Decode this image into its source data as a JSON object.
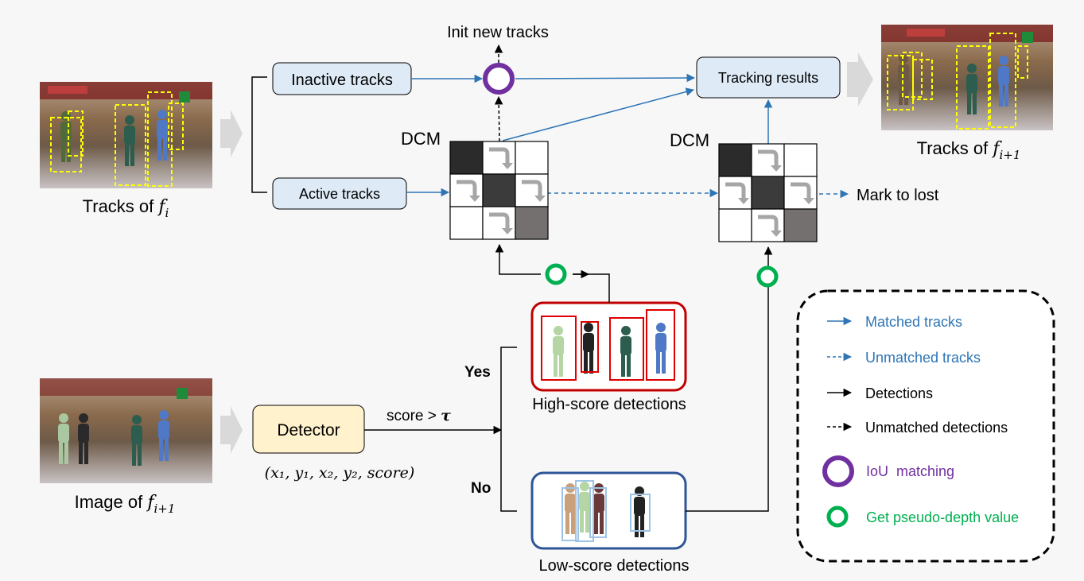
{
  "frames": {
    "tracks_fi": {
      "caption_prefix": "Tracks of ",
      "var": "f",
      "sub": "i"
    },
    "tracks_fi1": {
      "caption_prefix": "Tracks of ",
      "var": "f",
      "sub": "i+1"
    },
    "image_fi1": {
      "caption_prefix": "Image of ",
      "var": "f",
      "sub": "i+1"
    }
  },
  "boxes": {
    "inactive_tracks": "Inactive tracks",
    "active_tracks": "Active tracks",
    "tracking_results": "Tracking results",
    "detector": "Detector"
  },
  "labels": {
    "init_new_tracks": "Init new tracks",
    "dcm_left": "DCM",
    "dcm_right": "DCM",
    "mark_to_lost": "Mark to lost",
    "score_prefix": "score > ",
    "score_symbol": "τ",
    "yes": "Yes",
    "no": "No",
    "high_score": "High-score detections",
    "low_score": "Low-score detections",
    "detector_output": "(x₁, y₁, x₂, y₂, score)"
  },
  "legend": {
    "matched_tracks": "Matched tracks",
    "unmatched_tracks": "Unmatched tracks",
    "detections": "Detections",
    "unmatched_detections": "Unmatched detections",
    "iou_matching": "IoU  matching",
    "pseudo_depth": "Get pseudo-depth value"
  },
  "colors": {
    "matched": "#2e75b6",
    "detections": "#000000",
    "iou": "#7030a0",
    "pseudo_depth": "#00b050",
    "high_score_border": "#c00000",
    "low_score_border": "#2f5597",
    "box_fill": "#deebf7",
    "detector_fill": "#fff2cc"
  },
  "dcm": {
    "cells": [
      [
        "#2b2b2b",
        "",
        ""
      ],
      [
        "",
        "#3b3b3b",
        ""
      ],
      [
        "",
        "",
        "#757070"
      ]
    ]
  }
}
